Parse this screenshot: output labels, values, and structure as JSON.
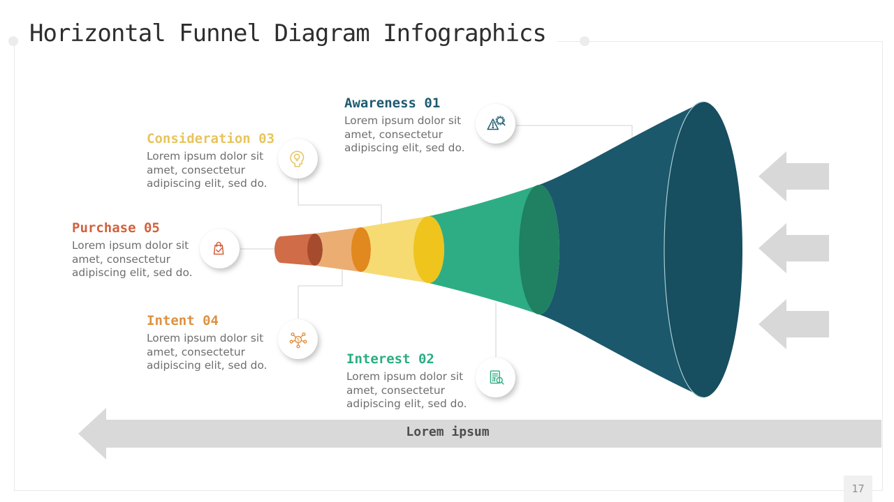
{
  "slide": {
    "title": "Horizontal Funnel Diagram Infographics",
    "page_number": "17"
  },
  "stages": [
    {
      "label": "Awareness 01",
      "description": "Lorem ipsum dolor sit amet, consectetur adipiscing elit, sed do.",
      "color": "#1D5A70",
      "icon": "warning-search-icon"
    },
    {
      "label": "Interest 02",
      "description": "Lorem ipsum dolor sit amet, consectetur adipiscing elit, sed do.",
      "color": "#2BAC83",
      "icon": "report-analysis-icon"
    },
    {
      "label": "Consideration 03",
      "description": "Lorem ipsum dolor sit amet, consectetur adipiscing elit, sed do.",
      "color": "#E7C45C",
      "icon": "head-idea-icon"
    },
    {
      "label": "Intent 04",
      "description": "Lorem ipsum dolor sit amet, consectetur adipiscing elit, sed do.",
      "color": "#DE9140",
      "icon": "money-network-icon"
    },
    {
      "label": "Purchase 05",
      "description": "Lorem ipsum dolor sit amet, consectetur adipiscing elit, sed do.",
      "color": "#D2603C",
      "icon": "shopping-bag-check-icon"
    }
  ],
  "funnel": {
    "orientation": "horizontal, narrow left to wide right",
    "hairline_color": "#A9CDD3",
    "connector_color": "#DBDBDB",
    "segments": [
      {
        "name": "Awareness",
        "body_color": "#1B586C",
        "cap_color": "#174E60"
      },
      {
        "name": "Interest",
        "body_color": "#2EAD85",
        "cap_color": "#1F8161"
      },
      {
        "name": "Consideration",
        "body_color": "#F6DB72",
        "cap_color": "#EFC41D"
      },
      {
        "name": "Intent",
        "body_color": "#EBAD72",
        "cap_color": "#E1881E"
      },
      {
        "name": "Purchase",
        "body_color": "#D06C48",
        "cap_color": "#A64B2D"
      }
    ]
  },
  "side_arrows": {
    "count": 3,
    "direction": "left",
    "color": "#D8D8D8"
  },
  "bottom_arrow": {
    "label": "Lorem ipsum",
    "direction": "left",
    "color": "#D9D9D9"
  }
}
